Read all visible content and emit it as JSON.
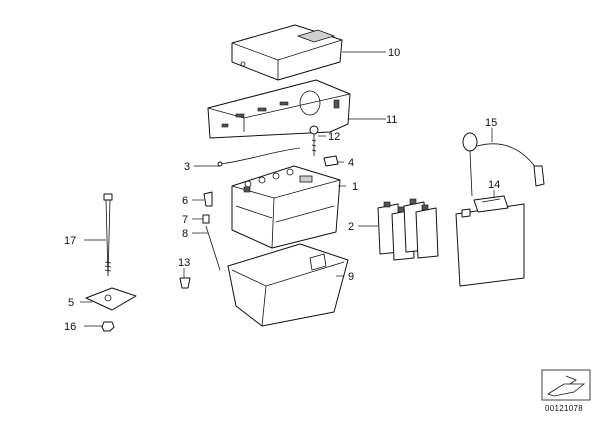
{
  "callouts": {
    "c1": "1",
    "c2": "2",
    "c3": "3",
    "c4": "4",
    "c5": "5",
    "c6": "6",
    "c7": "7",
    "c8": "8",
    "c9": "9",
    "c10": "10",
    "c11": "11",
    "c12": "12",
    "c13": "13",
    "c14": "14",
    "c15": "15",
    "c16": "16",
    "c17": "17"
  },
  "diagram_id": "00121078",
  "icons": {
    "corner_symbol": "diagram-reference-icon"
  },
  "colors": {
    "ink": "#111111",
    "background": "#ffffff",
    "shade": "#cfcfcf"
  }
}
